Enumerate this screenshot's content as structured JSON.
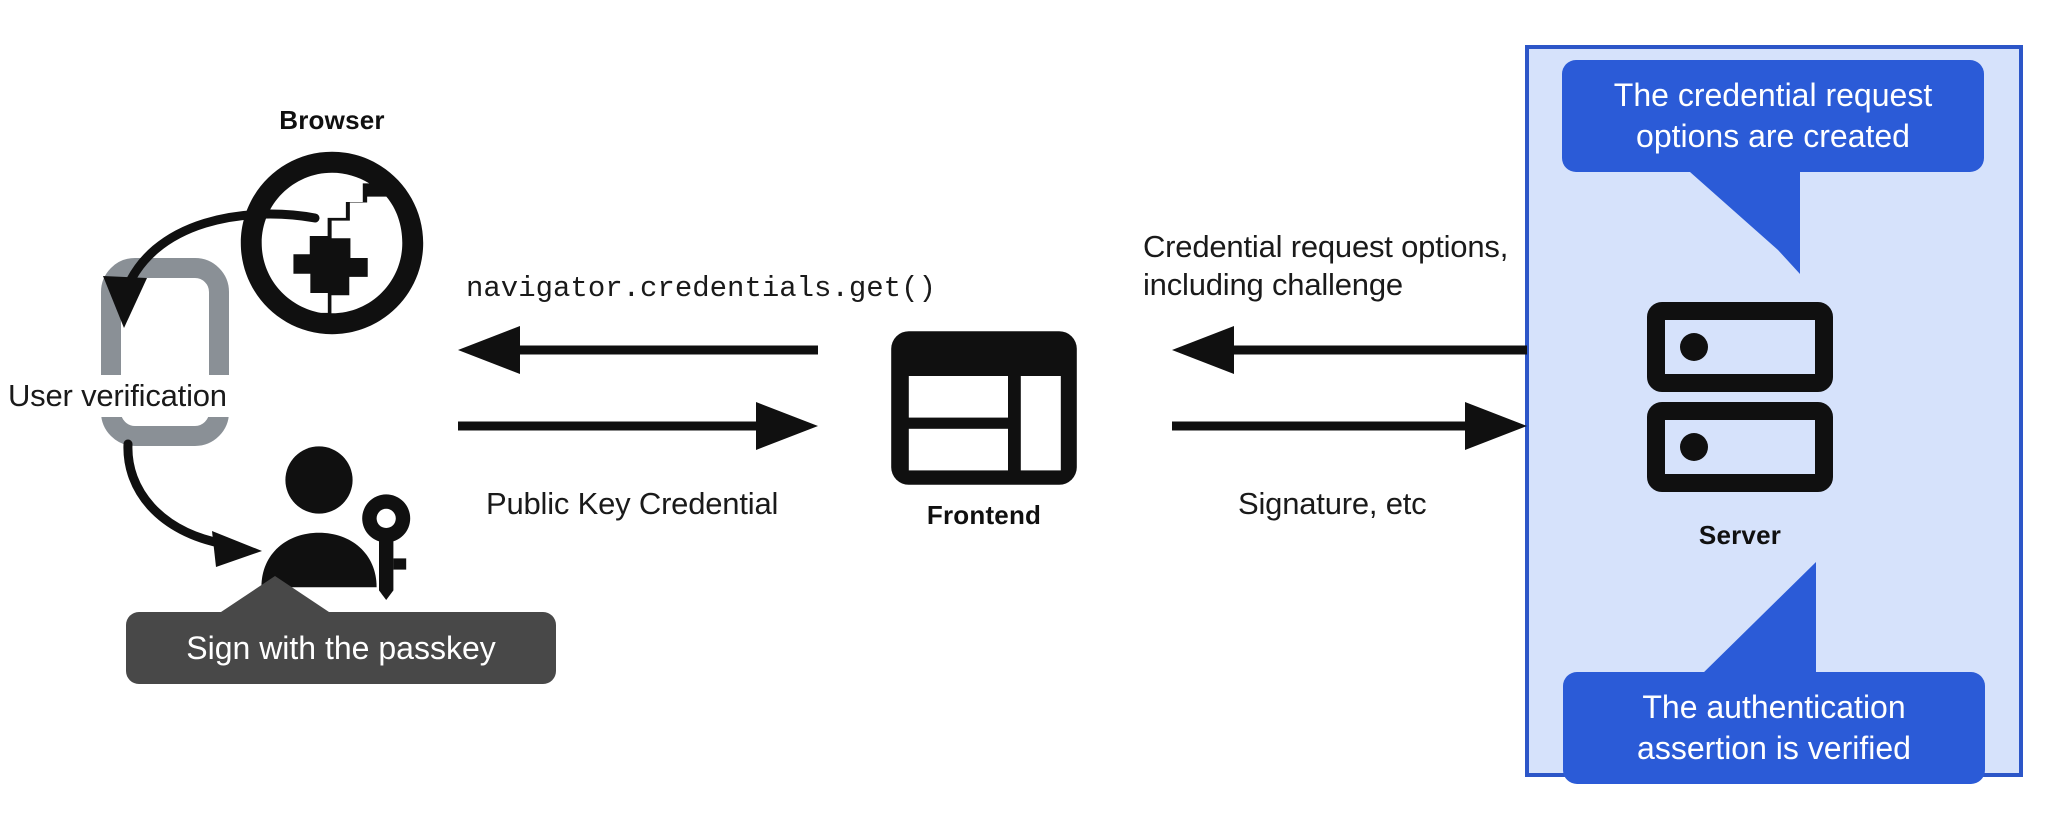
{
  "diagram": {
    "title": "WebAuthn passkey authentication flow",
    "background": "#ffffff"
  },
  "colors": {
    "ink": "#111111",
    "phone_gray": "#8a9096",
    "panel_fill": "#d6e2fb",
    "panel_border": "#2c56c8",
    "callout_blue": "#2b5bd7",
    "callout_dark": "#484848",
    "callout_text": "#ffffff"
  },
  "browser": {
    "title": "Browser",
    "icon": "globe-icon"
  },
  "device": {
    "icon": "mobile-phone-icon",
    "verification_label": "User verification"
  },
  "user": {
    "icon": "person-with-key-icon",
    "tooltip": "Sign with the passkey"
  },
  "frontend": {
    "title": "Frontend",
    "icon": "web-layout-icon"
  },
  "server": {
    "title": "Server",
    "icon": "server-rack-icon",
    "callout_top": "The credential request\noptions are created",
    "callout_bottom": "The authentication\nassertion is verified"
  },
  "flows": {
    "browser_to_frontend": {
      "top_label": "navigator.credentials.get()",
      "bottom_label": "Public Key Credential",
      "top_arrow_direction": "left",
      "bottom_arrow_direction": "right"
    },
    "frontend_to_server": {
      "top_label": "Credential request options,\nincluding challenge",
      "bottom_label": "Signature, etc",
      "top_arrow_direction": "left",
      "bottom_arrow_direction": "right"
    }
  }
}
